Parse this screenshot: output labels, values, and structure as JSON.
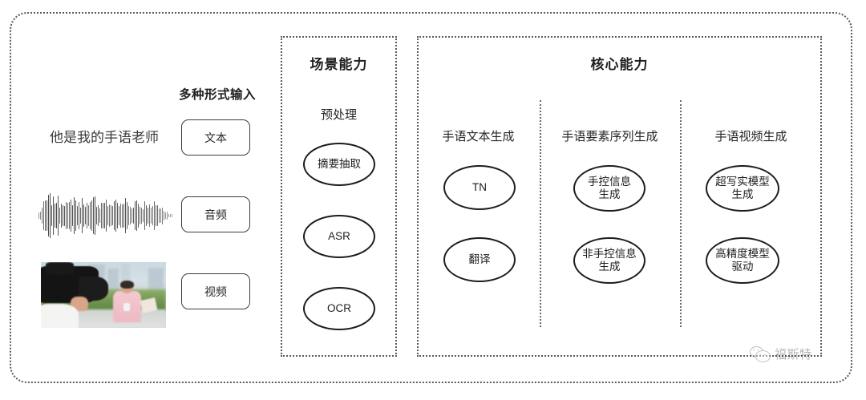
{
  "diagram": {
    "input_section": {
      "heading": "多种形式输入",
      "sample_text": "他是我的手语老师",
      "modalities": [
        {
          "label": "文本",
          "icon": "text-icon"
        },
        {
          "label": "音频",
          "icon": "audio-waveform-icon"
        },
        {
          "label": "视频",
          "icon": "video-thumbnail-icon"
        }
      ]
    },
    "scene_panel": {
      "title": "场景能力",
      "group_label": "预处理",
      "nodes": [
        "摘要抽取",
        "ASR",
        "OCR"
      ]
    },
    "core_panel": {
      "title": "核心能力",
      "columns": [
        {
          "label": "手语文本生成",
          "nodes": [
            "TN",
            "翻译"
          ]
        },
        {
          "label": "手语要素序列生成",
          "nodes": [
            "手控信息\n生成",
            "非手控信息\n生成"
          ]
        },
        {
          "label": "手语视频生成",
          "nodes": [
            "超写实模型\n生成",
            "高精度模型\n驱动"
          ]
        }
      ]
    },
    "watermark": {
      "label": "福斯特",
      "icon": "wechat-icon"
    },
    "colors": {
      "background": "#ffffff",
      "border_dotted": "#5a5a5a",
      "node_stroke": "#1c1c1c",
      "text": "#262626"
    }
  }
}
